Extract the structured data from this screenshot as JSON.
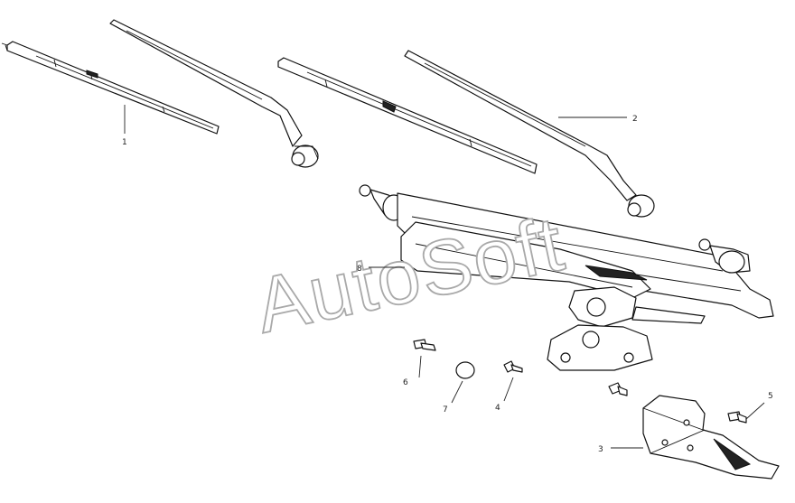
{
  "watermark": "AutoSoft",
  "callouts": {
    "c1": "1",
    "c2": "2",
    "c3": "3",
    "c4": "4",
    "c5": "5",
    "c6": "6",
    "c7": "7",
    "c8": "8"
  }
}
